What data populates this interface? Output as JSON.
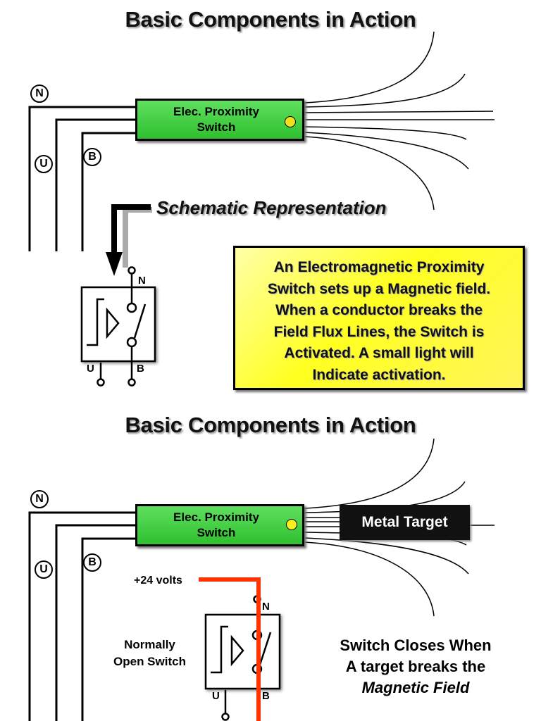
{
  "top": {
    "title": "Basic Components in Action",
    "sensor": {
      "line1": "Elec. Proximity",
      "line2": "Switch"
    },
    "terminals": {
      "n": "N",
      "u": "U",
      "b": "B"
    },
    "schematic_label": "Schematic Representation",
    "schematic_terminals": {
      "n": "N",
      "u": "U",
      "b": "B"
    },
    "info_box": [
      "An Electromagnetic Proximity",
      "Switch sets up a Magnetic field.",
      "When a conductor breaks the",
      "Field Flux Lines, the Switch is",
      "Activated. A small light will",
      "Indicate activation."
    ],
    "indicator_color": "#f2e01c"
  },
  "bottom": {
    "title": "Basic Components in Action",
    "sensor": {
      "line1": "Elec. Proximity",
      "line2": "Switch"
    },
    "terminals": {
      "n": "N",
      "u": "U",
      "b": "B"
    },
    "target_label": "Metal Target",
    "voltage_label": "+24 volts",
    "switch_type": {
      "line1": "Normally",
      "line2": "Open Switch"
    },
    "schematic_terminals": {
      "n": "N",
      "u": "U",
      "b": "B"
    },
    "caption": {
      "line1": "Switch Closes When",
      "line2": "A target breaks the",
      "line3": "Magnetic Field"
    },
    "power_color": "#ff3300",
    "indicator_color": "#f5f020"
  }
}
